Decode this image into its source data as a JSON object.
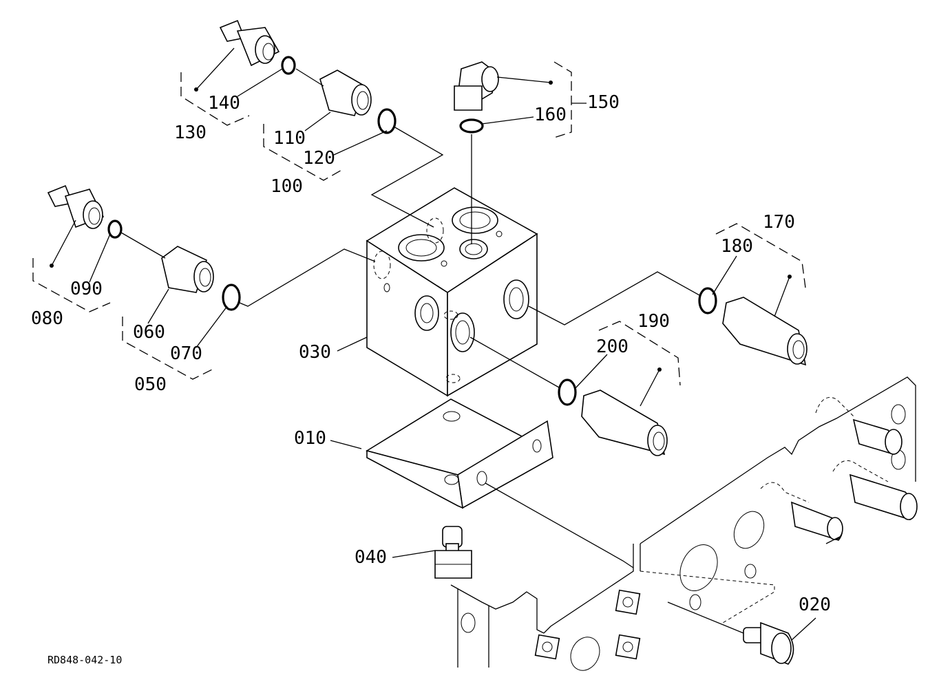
{
  "diagram": {
    "reference": "RD848-042-10",
    "labels": {
      "l010": "010",
      "l020": "020",
      "l030": "030",
      "l040": "040",
      "l050": "050",
      "l060": "060",
      "l070": "070",
      "l080": "080",
      "l090": "090",
      "l100": "100",
      "l110": "110",
      "l120": "120",
      "l130": "130",
      "l140": "140",
      "l150": "150",
      "l160": "160",
      "l170": "170",
      "l180": "180",
      "l190": "190",
      "l200": "200"
    }
  }
}
